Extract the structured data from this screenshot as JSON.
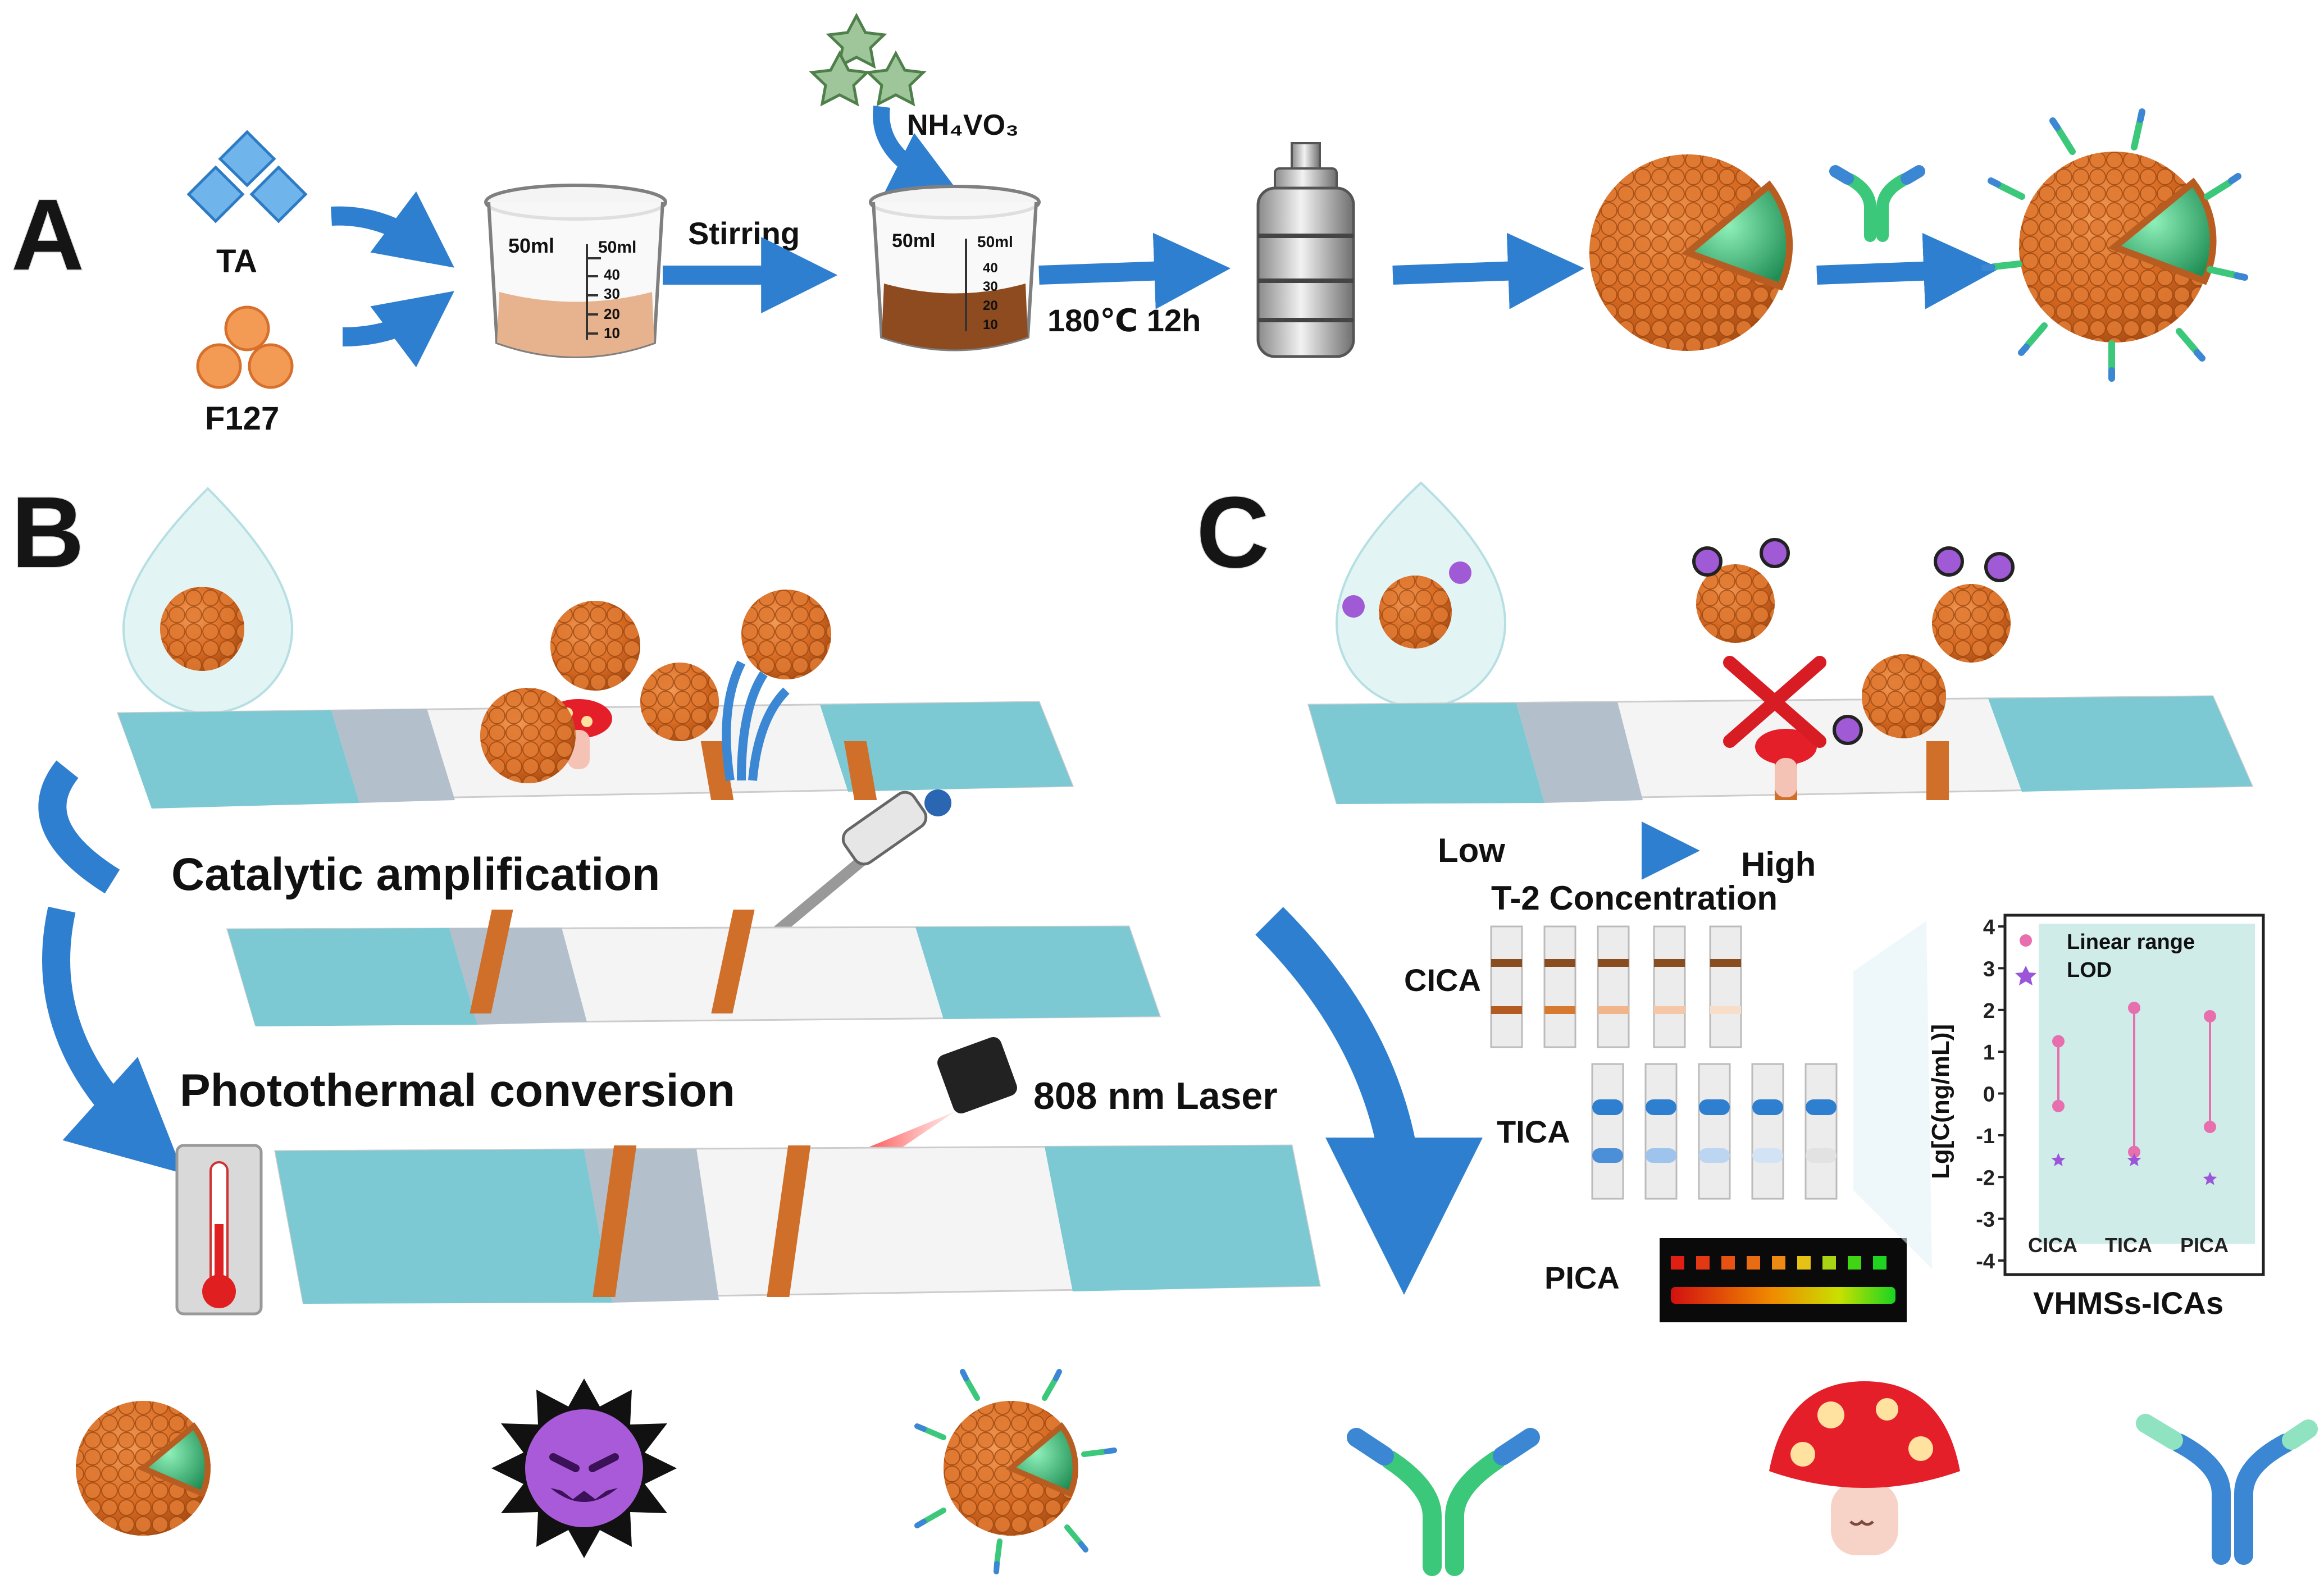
{
  "panels": {
    "a": "A",
    "b": "B",
    "c": "C"
  },
  "panel_a": {
    "ta": "TA",
    "f127": "F127",
    "stirring": "Stirring",
    "reagent": "NH₄VO₃",
    "condition": "180℃ 12h",
    "beaker_label": "50ml",
    "scale_top": "50ml",
    "scale_ticks": [
      "40",
      "30",
      "20",
      "10"
    ]
  },
  "panel_b": {
    "step1": "Catalytic amplification",
    "step2": "Photothermal conversion",
    "laser": "808 nm Laser"
  },
  "panel_c": {
    "low": "Low",
    "high": "High",
    "concentration": "T-2 Concentration",
    "rows": [
      "CICA",
      "TICA",
      "PICA"
    ]
  },
  "inset_chart": {
    "ylabel": "Lg[C(ng/mL)]",
    "xlabel": "VHMSs-ICAs",
    "legend": [
      "Linear range",
      "LOD"
    ]
  },
  "chart_data": {
    "type": "scatter",
    "title": "",
    "xlabel": "VHMSs-ICAs",
    "ylabel": "Lg[C(ng/mL)]",
    "categories": [
      "CICA",
      "TICA",
      "PICA"
    ],
    "ylim": [
      -4,
      4
    ],
    "yticks": [
      "4",
      "3",
      "2",
      "1",
      "0",
      "-1",
      "-2",
      "-3",
      "-4"
    ],
    "series": [
      {
        "name": "Linear range",
        "marker": "circle",
        "color": "#e76fae",
        "ranges": [
          [
            -0.3,
            1.25
          ],
          [
            -1.4,
            2.05
          ],
          [
            -0.8,
            1.85
          ]
        ]
      },
      {
        "name": "LOD",
        "marker": "star",
        "color": "#9a55d8",
        "values": [
          -1.6,
          -1.6,
          -2.05
        ]
      }
    ],
    "legend_position": "top-left",
    "grid": false
  },
  "colors": {
    "strip_teal": "#7cc9d3",
    "strip_grey": "#b3c0cc",
    "orange": "#d06f2a",
    "green": "#3cc87a",
    "blue": "#3b87d4"
  },
  "icons": [
    "sphere-icon",
    "virus-icon",
    "modified-sphere-icon",
    "antibody-icon",
    "mushroom-icon",
    "blue-antibody-icon"
  ]
}
